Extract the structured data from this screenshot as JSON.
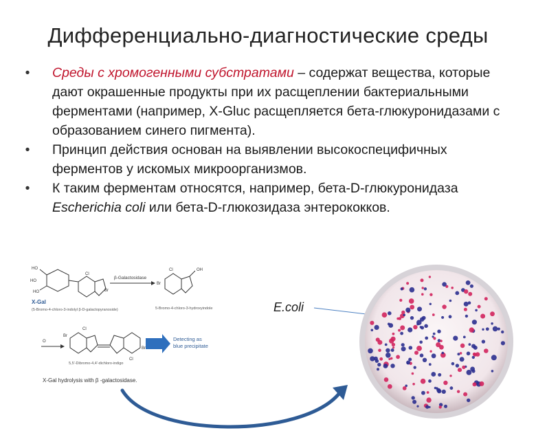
{
  "slide": {
    "title": "Дифференциально-диагностические среды",
    "bullets": [
      {
        "highlight": "Среды с хромогенными субстратами",
        "text": " – содержат вещества, которые дают окрашенные продукты при их расщеплении бактериальными ферментами (например, X-Gluc расщепляется бета-глюкуронидазами с образованием синего пигмента)."
      },
      {
        "text": "Принцип действия основан на выявлении высокоспецифичных ферментов у искомых микроорганизмов."
      },
      {
        "pre": "К таким ферментам относятся, например, бета-D-глюкуронидаза ",
        "italic": "Escherichia coli",
        "post": " или бета-D-глюкозидаза энтерококков."
      }
    ],
    "plate_label": "E.coli"
  },
  "scheme": {
    "enzyme": "β-Galactosidase",
    "xgal_name": "X-Gal",
    "xgal_desc": "(5-Bromo-4-chloro-3-indolyl β-D-galactopyranoside)",
    "product_desc": "5-Bromo-4-chloro-3-hydroxyindole",
    "dimer_desc": "5,5'-Dibromo-4,4'-dichloro-indigo",
    "detect_line1": "Detecting as",
    "detect_line2": "blue precipitate",
    "caption": "X-Gal hydrolysis with β -galactosidase."
  },
  "colors": {
    "highlight": "#c0152d",
    "arrow": "#2e5b95",
    "blue_colony": "#2b2f8f",
    "red_colony": "#d2245d"
  }
}
